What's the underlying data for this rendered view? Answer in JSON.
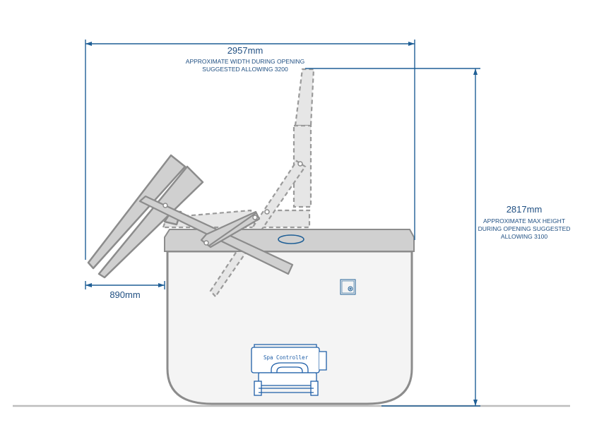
{
  "colors": {
    "dimension_line": "#1f5f96",
    "tub_fill": "#f4f4f4",
    "tub_outline": "#8c8c8c",
    "lid_fill": "#d0d0d0",
    "dashed_fill": "#e6e6e6",
    "controller_line": "#1f5fa8",
    "ground": "#bdbdbd"
  },
  "dimensions": {
    "width": {
      "value": "2957mm",
      "note_line1": "APPROXIMATE WIDTH DURING OPENING",
      "note_line2": "SUGGESTED ALLOWING 3200"
    },
    "height": {
      "value": "2817mm",
      "note_line1": "APPROXIMATE MAX HEIGHT",
      "note_line2": "DURING OPENING SUGGESTED",
      "note_line3": "ALLOWING 3100"
    },
    "offset": {
      "value": "890mm"
    }
  },
  "controller": {
    "label": "Spa Controller"
  }
}
